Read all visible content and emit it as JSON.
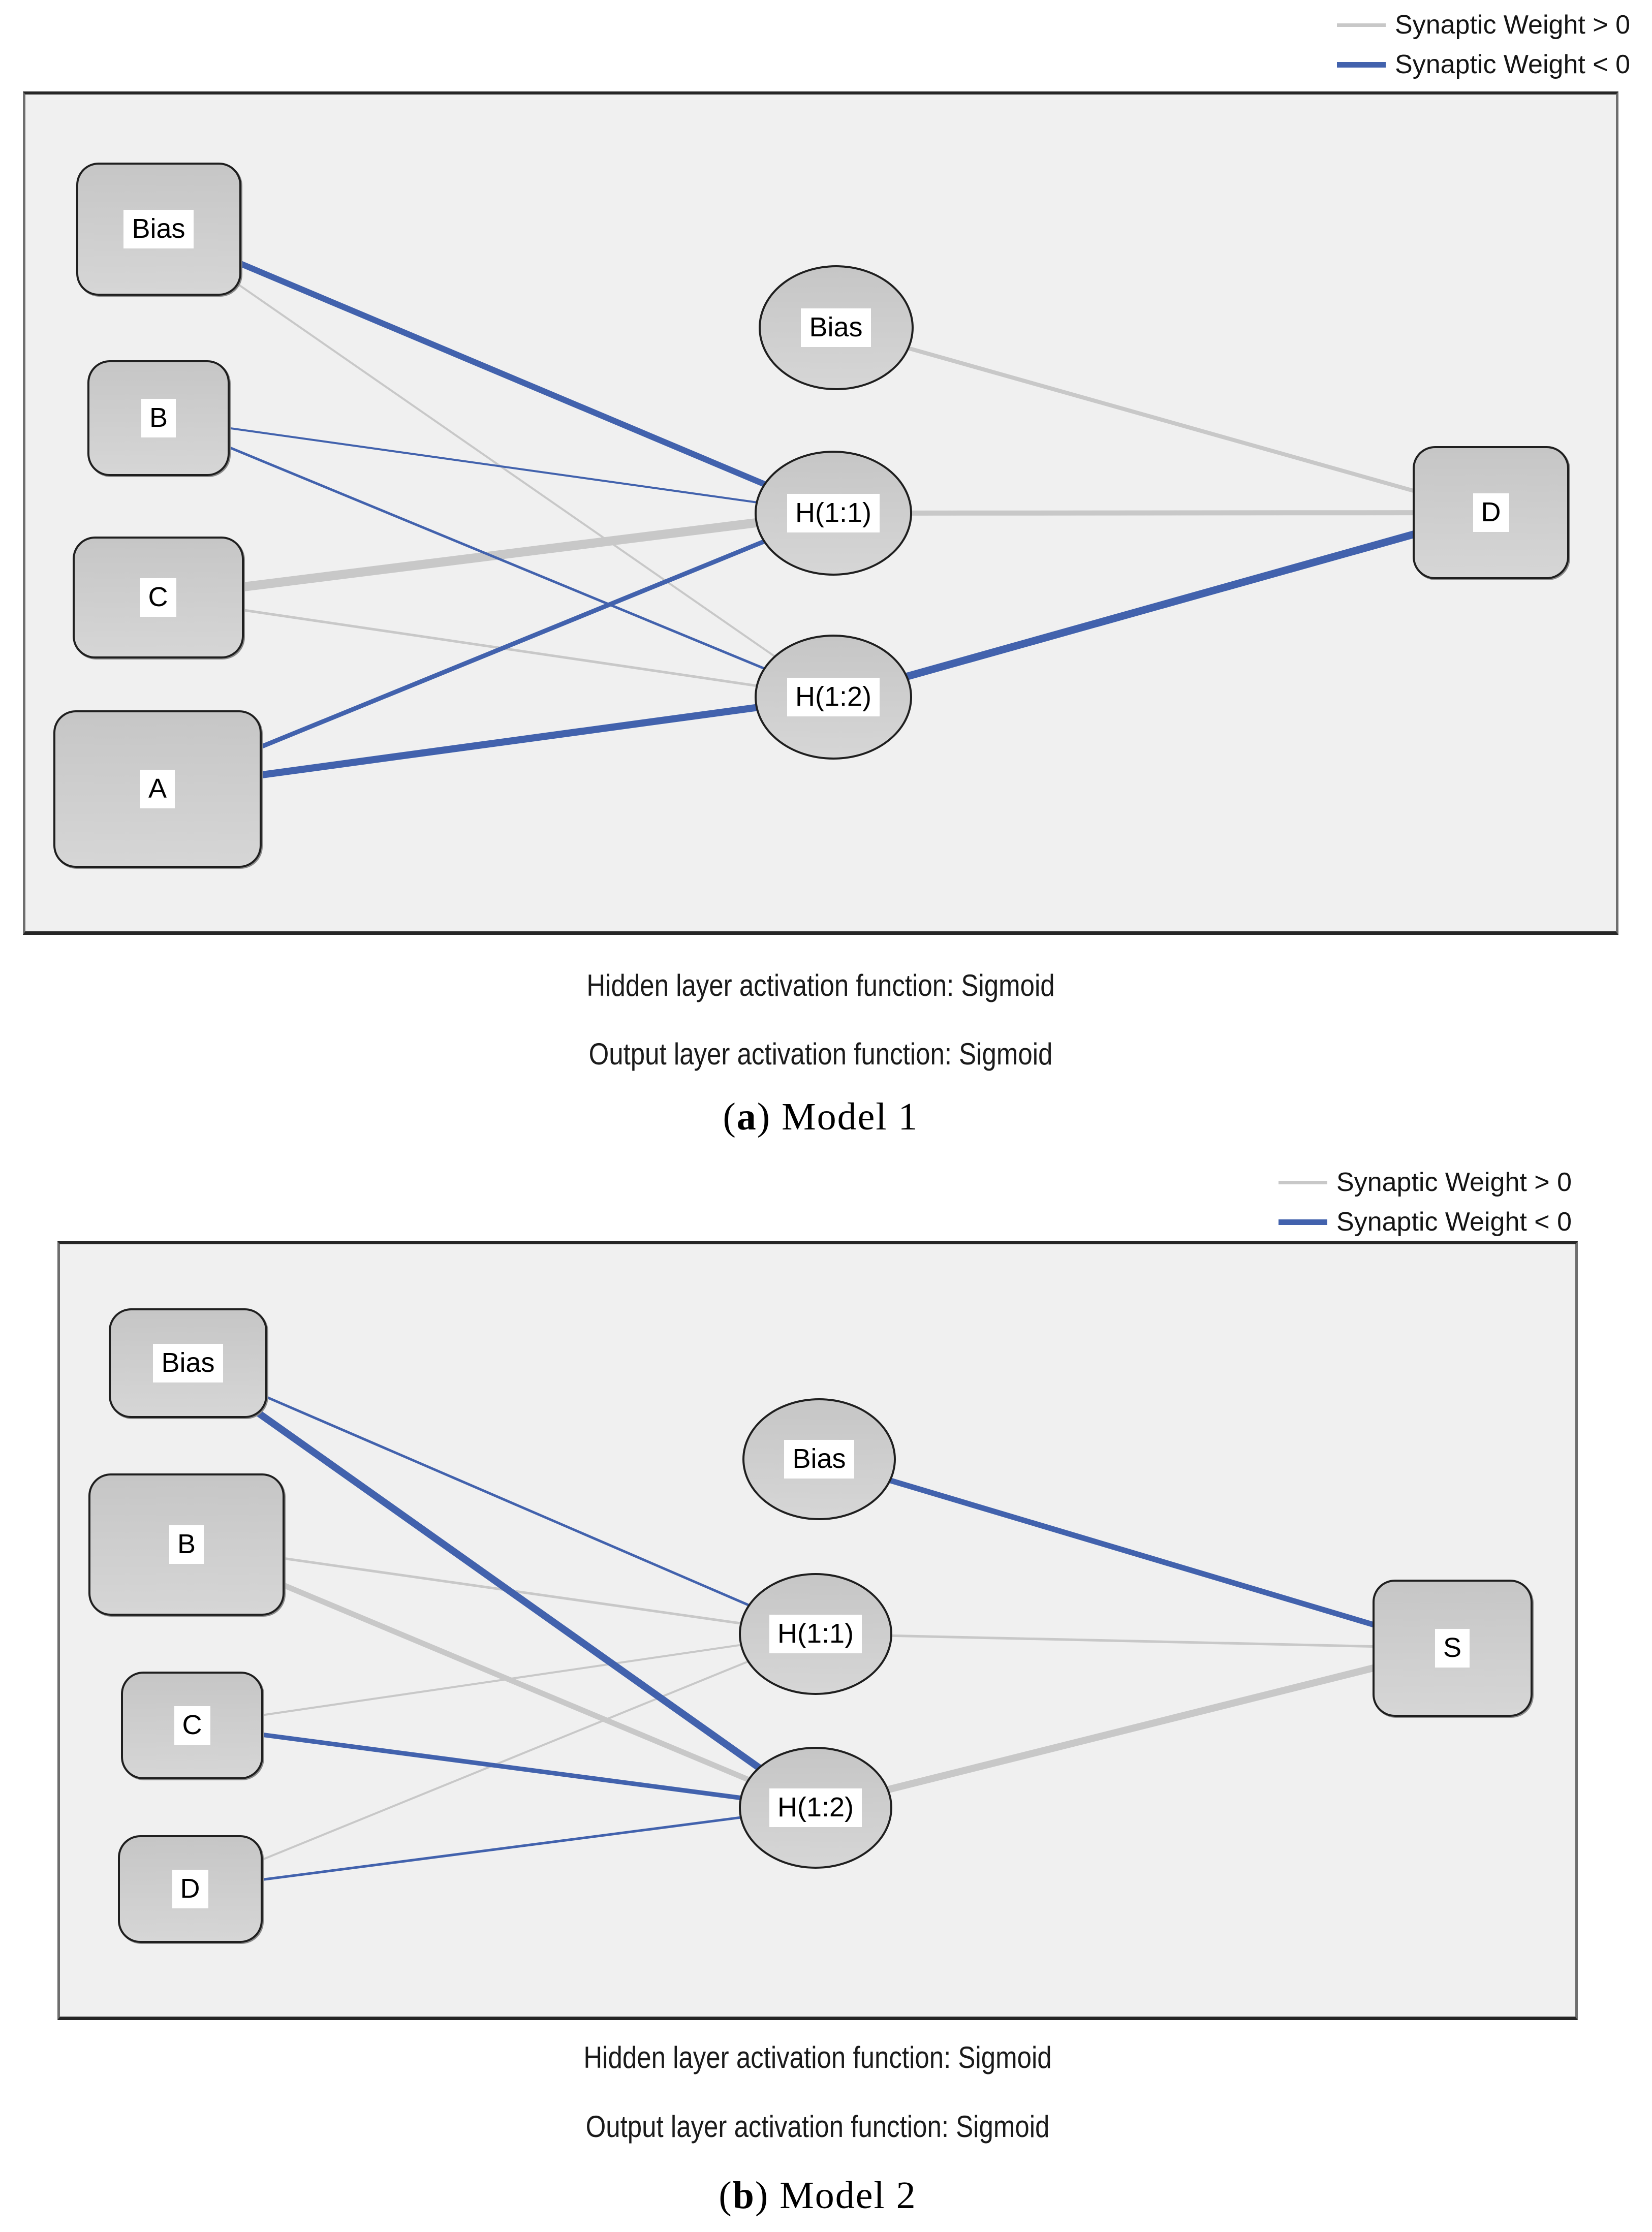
{
  "legend": {
    "positive_label": "Synaptic Weight > 0",
    "negative_label": "Synaptic Weight < 0"
  },
  "colors": {
    "positive": "#c8c8c8",
    "negative": "#4262ad",
    "panel_background": "#f0f0f0",
    "node_fill": "#cdcdcd",
    "node_border": "#1f1f1f"
  },
  "models": [
    {
      "id": "model1",
      "caption_hidden": "Hidden layer activation function: Sigmoid",
      "caption_output": "Output layer activation function: Sigmoid",
      "label_open": "(",
      "label_letter": "a",
      "label_close": ") ",
      "label_title": "Model 1",
      "nodes": [
        {
          "id": "in-bias",
          "label": "Bias",
          "shape": "rect",
          "layer": "input"
        },
        {
          "id": "in-b",
          "label": "B",
          "shape": "rect",
          "layer": "input"
        },
        {
          "id": "in-c",
          "label": "C",
          "shape": "rect",
          "layer": "input"
        },
        {
          "id": "in-a",
          "label": "A",
          "shape": "rect",
          "layer": "input"
        },
        {
          "id": "hid-bias",
          "label": "Bias",
          "shape": "ellipse",
          "layer": "hidden"
        },
        {
          "id": "hid-1",
          "label": "H(1:1)",
          "shape": "ellipse",
          "layer": "hidden"
        },
        {
          "id": "hid-2",
          "label": "H(1:2)",
          "shape": "ellipse",
          "layer": "hidden"
        },
        {
          "id": "out",
          "label": "D",
          "shape": "rect",
          "layer": "output"
        }
      ],
      "connections": [
        {
          "from": "in-bias",
          "to": "hid-1",
          "sign": "negative",
          "width": 12
        },
        {
          "from": "in-bias",
          "to": "hid-2",
          "sign": "positive",
          "width": 4
        },
        {
          "from": "in-b",
          "to": "hid-1",
          "sign": "negative",
          "width": 4
        },
        {
          "from": "in-b",
          "to": "hid-2",
          "sign": "negative",
          "width": 5
        },
        {
          "from": "in-c",
          "to": "hid-1",
          "sign": "positive",
          "width": 18
        },
        {
          "from": "in-c",
          "to": "hid-2",
          "sign": "positive",
          "width": 5
        },
        {
          "from": "in-a",
          "to": "hid-1",
          "sign": "negative",
          "width": 9
        },
        {
          "from": "in-a",
          "to": "hid-2",
          "sign": "negative",
          "width": 14
        },
        {
          "from": "hid-bias",
          "to": "out",
          "sign": "positive",
          "width": 8
        },
        {
          "from": "hid-1",
          "to": "out",
          "sign": "positive",
          "width": 10
        },
        {
          "from": "hid-2",
          "to": "out",
          "sign": "negative",
          "width": 15
        }
      ]
    },
    {
      "id": "model2",
      "caption_hidden": "Hidden layer activation function: Sigmoid",
      "caption_output": "Output layer activation function: Sigmoid",
      "label_open": "(",
      "label_letter": "b",
      "label_close": ") ",
      "label_title": "Model 2",
      "nodes": [
        {
          "id": "in-bias",
          "label": "Bias",
          "shape": "rect",
          "layer": "input"
        },
        {
          "id": "in-b",
          "label": "B",
          "shape": "rect",
          "layer": "input"
        },
        {
          "id": "in-c",
          "label": "C",
          "shape": "rect",
          "layer": "input"
        },
        {
          "id": "in-d",
          "label": "D",
          "shape": "rect",
          "layer": "input"
        },
        {
          "id": "hid-bias",
          "label": "Bias",
          "shape": "ellipse",
          "layer": "hidden"
        },
        {
          "id": "hid-1",
          "label": "H(1:1)",
          "shape": "ellipse",
          "layer": "hidden"
        },
        {
          "id": "hid-2",
          "label": "H(1:2)",
          "shape": "ellipse",
          "layer": "hidden"
        },
        {
          "id": "out",
          "label": "S",
          "shape": "rect",
          "layer": "output"
        }
      ],
      "connections": [
        {
          "from": "in-bias",
          "to": "hid-1",
          "sign": "negative",
          "width": 5
        },
        {
          "from": "in-bias",
          "to": "hid-2",
          "sign": "negative",
          "width": 14
        },
        {
          "from": "in-b",
          "to": "hid-1",
          "sign": "positive",
          "width": 5
        },
        {
          "from": "in-b",
          "to": "hid-2",
          "sign": "positive",
          "width": 11
        },
        {
          "from": "in-c",
          "to": "hid-1",
          "sign": "positive",
          "width": 4
        },
        {
          "from": "in-c",
          "to": "hid-2",
          "sign": "negative",
          "width": 9
        },
        {
          "from": "in-d",
          "to": "hid-1",
          "sign": "positive",
          "width": 4
        },
        {
          "from": "in-d",
          "to": "hid-2",
          "sign": "negative",
          "width": 5
        },
        {
          "from": "hid-bias",
          "to": "out",
          "sign": "negative",
          "width": 11
        },
        {
          "from": "hid-1",
          "to": "out",
          "sign": "positive",
          "width": 5
        },
        {
          "from": "hid-2",
          "to": "out",
          "sign": "positive",
          "width": 14
        }
      ]
    }
  ]
}
